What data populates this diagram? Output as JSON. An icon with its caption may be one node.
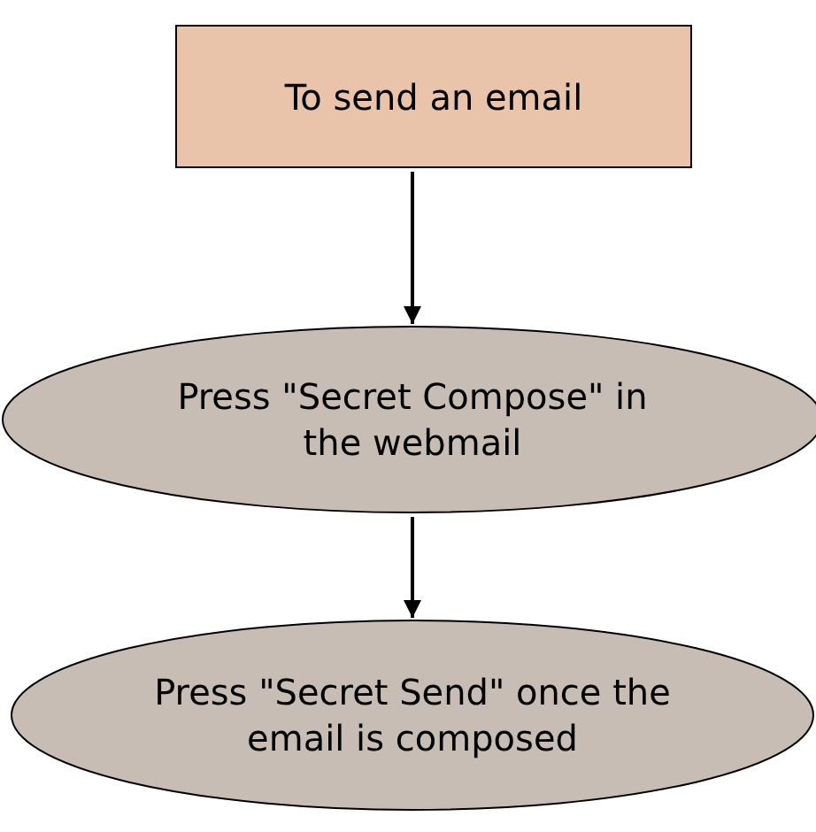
{
  "diagram": {
    "nodes": [
      {
        "text": [
          "To send an email"
        ]
      },
      {
        "text": [
          "Press \"Secret Compose\" in the webmail"
        ]
      },
      {
        "text": [
          "Press \"Secret Send\" once the email is composed"
        ]
      }
    ],
    "edges": [
      {
        "from": 0,
        "to": 1,
        "arrow": "to"
      },
      {
        "from": 1,
        "to": 2,
        "arrow": "to"
      }
    ]
  }
}
